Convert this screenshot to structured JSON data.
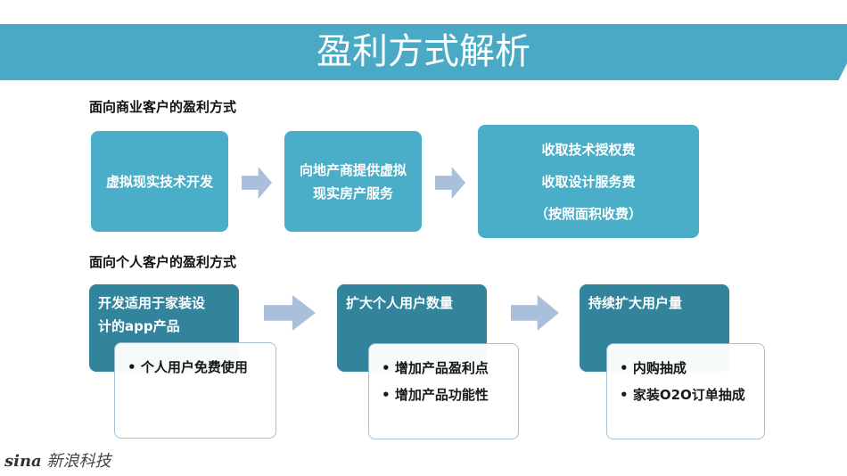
{
  "title": "盈利方式解析",
  "business": {
    "heading": "面向商业客户的盈利方式",
    "steps": [
      {
        "lines": [
          "虚拟现实技术开发"
        ]
      },
      {
        "lines": [
          "向地产商提供虚拟",
          "现实房产服务"
        ]
      },
      {
        "lines": [
          "收取技术授权费",
          "收取设计服务费",
          "（按照面积收费）"
        ]
      }
    ]
  },
  "personal": {
    "heading": "面向个人客户的盈利方式",
    "steps": [
      {
        "title": [
          "开发适用于家装设",
          "计的app产品"
        ],
        "bullets": [
          "个人用户免费使用"
        ]
      },
      {
        "title": [
          "扩大个人用户数量"
        ],
        "bullets": [
          "增加产品盈利点",
          "增加产品功能性"
        ]
      },
      {
        "title": [
          "持续扩大用户量"
        ],
        "bullets": [
          "内购抽成",
          "家装O2O订单抽成"
        ]
      }
    ]
  },
  "logo": {
    "brand": "sina",
    "text": "新浪科技"
  },
  "colors": {
    "banner": "#4aaac6",
    "light_box": "#4aaec8",
    "dark_box": "#31849b",
    "arrow": "#a9bfdc"
  }
}
